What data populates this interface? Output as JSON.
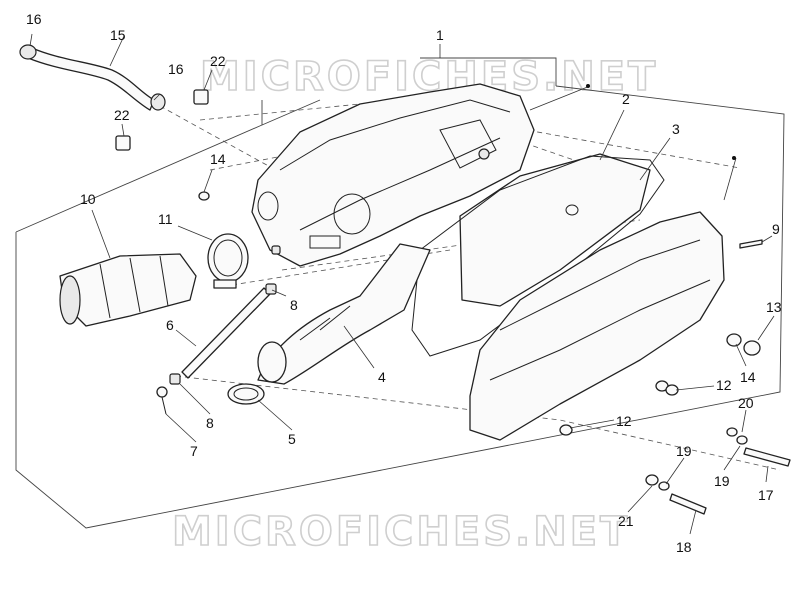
{
  "watermark": "MICROFICHES.NET",
  "callouts": [
    {
      "key": "c16a",
      "text": "16"
    },
    {
      "key": "c15",
      "text": "15"
    },
    {
      "key": "c16b",
      "text": "16"
    },
    {
      "key": "c22a",
      "text": "22"
    },
    {
      "key": "c22b",
      "text": "22"
    },
    {
      "key": "c1",
      "text": "1"
    },
    {
      "key": "c2",
      "text": "2"
    },
    {
      "key": "c3",
      "text": "3"
    },
    {
      "key": "c14a",
      "text": "14"
    },
    {
      "key": "c10",
      "text": "10"
    },
    {
      "key": "c11",
      "text": "11"
    },
    {
      "key": "c9",
      "text": "9"
    },
    {
      "key": "c13",
      "text": "13"
    },
    {
      "key": "c8a",
      "text": "8"
    },
    {
      "key": "c6",
      "text": "6"
    },
    {
      "key": "c4",
      "text": "4"
    },
    {
      "key": "c14b",
      "text": "14"
    },
    {
      "key": "c12a",
      "text": "12"
    },
    {
      "key": "c12b",
      "text": "12"
    },
    {
      "key": "c20",
      "text": "20"
    },
    {
      "key": "c8b",
      "text": "8"
    },
    {
      "key": "c7",
      "text": "7"
    },
    {
      "key": "c5",
      "text": "5"
    },
    {
      "key": "c19a",
      "text": "19"
    },
    {
      "key": "c19b",
      "text": "19"
    },
    {
      "key": "c17",
      "text": "17"
    },
    {
      "key": "c21",
      "text": "21"
    },
    {
      "key": "c18",
      "text": "18"
    }
  ]
}
